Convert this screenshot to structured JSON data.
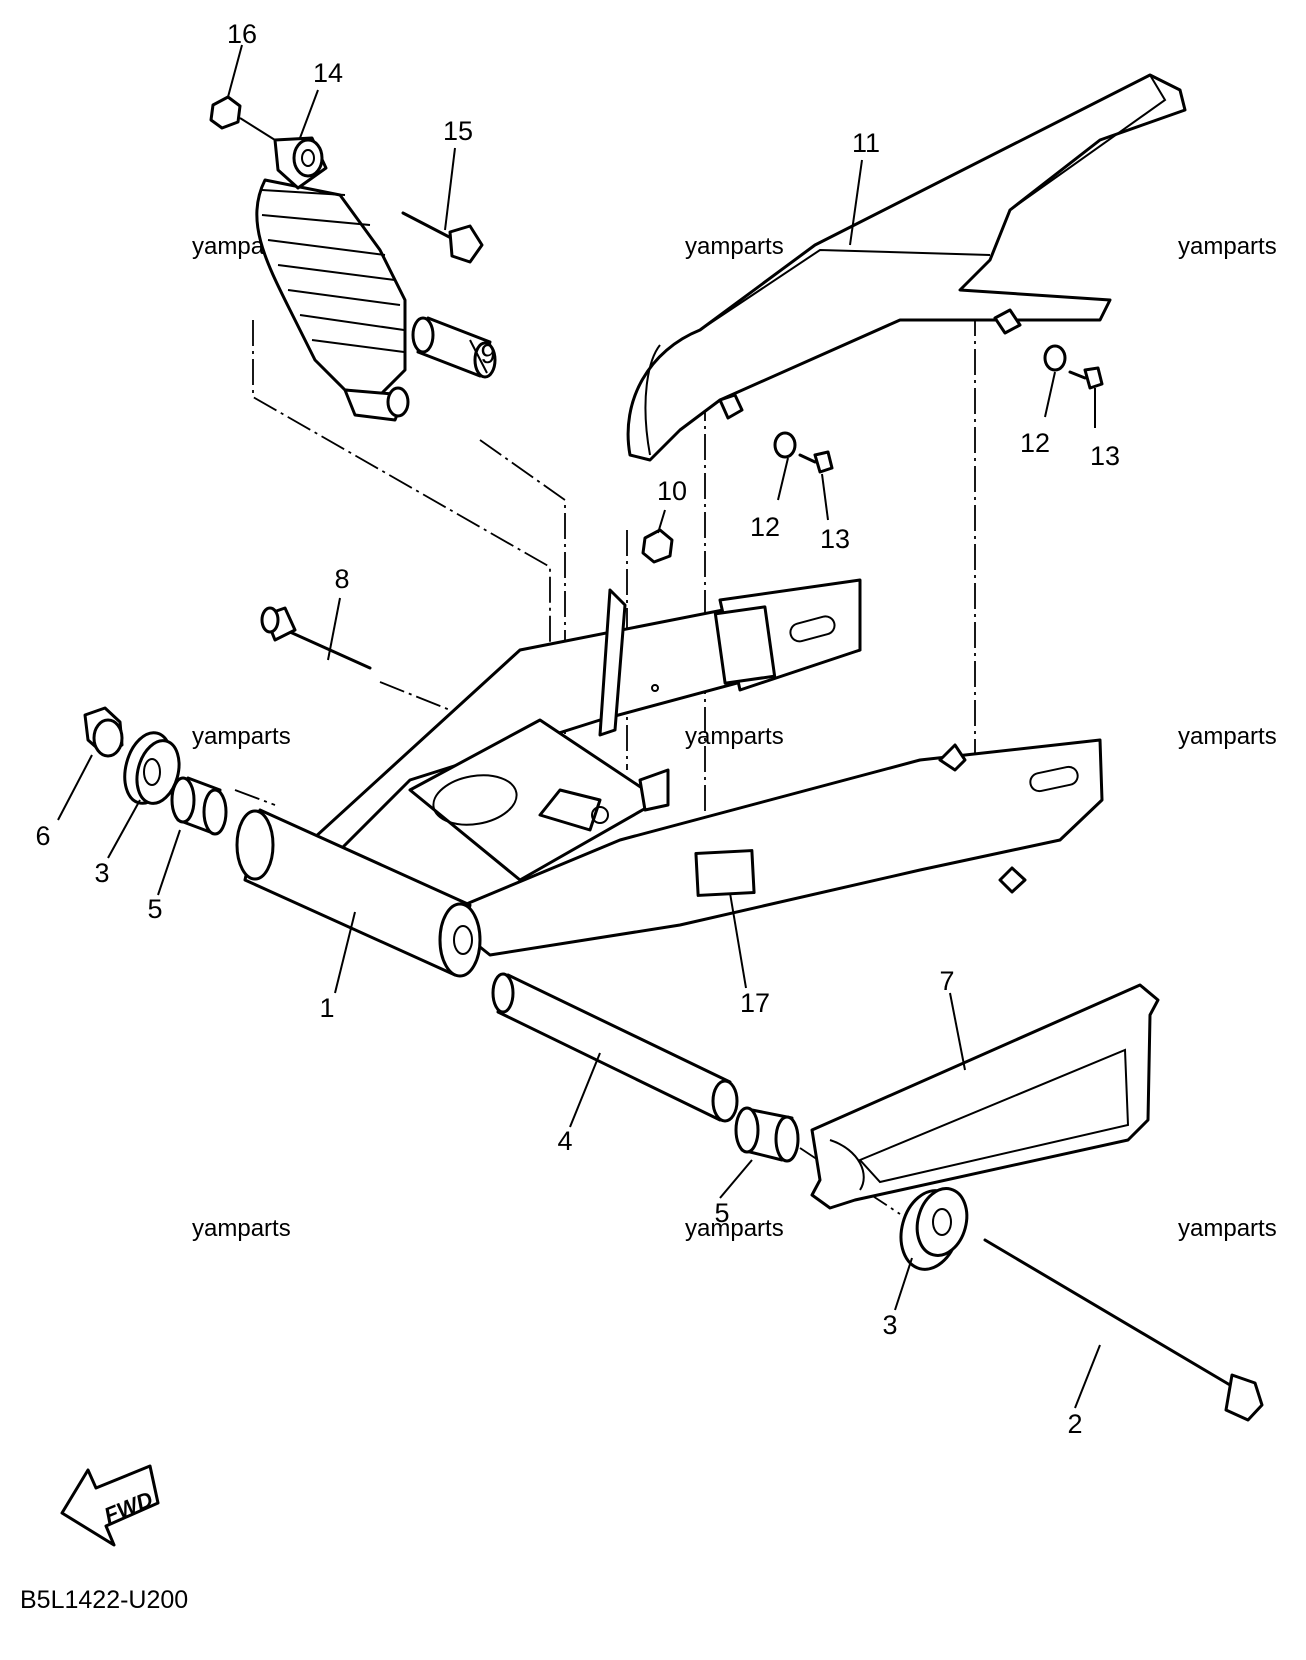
{
  "callouts": [
    {
      "id": "1",
      "label": "1"
    },
    {
      "id": "2",
      "label": "2"
    },
    {
      "id": "3a",
      "label": "3"
    },
    {
      "id": "3b",
      "label": "3"
    },
    {
      "id": "4",
      "label": "4"
    },
    {
      "id": "5a",
      "label": "5"
    },
    {
      "id": "5b",
      "label": "5"
    },
    {
      "id": "6",
      "label": "6"
    },
    {
      "id": "7",
      "label": "7"
    },
    {
      "id": "8",
      "label": "8"
    },
    {
      "id": "9",
      "label": "9"
    },
    {
      "id": "10",
      "label": "10"
    },
    {
      "id": "11",
      "label": "11"
    },
    {
      "id": "12a",
      "label": "12"
    },
    {
      "id": "12b",
      "label": "12"
    },
    {
      "id": "13a",
      "label": "13"
    },
    {
      "id": "13b",
      "label": "13"
    },
    {
      "id": "14",
      "label": "14"
    },
    {
      "id": "15",
      "label": "15"
    },
    {
      "id": "16",
      "label": "16"
    },
    {
      "id": "17",
      "label": "17"
    }
  ],
  "watermark": "yamparts",
  "fwd_label": "FWD",
  "diagram_code": "B5L1422-U200",
  "colors": {
    "ink": "#000000",
    "paper": "#ffffff"
  }
}
